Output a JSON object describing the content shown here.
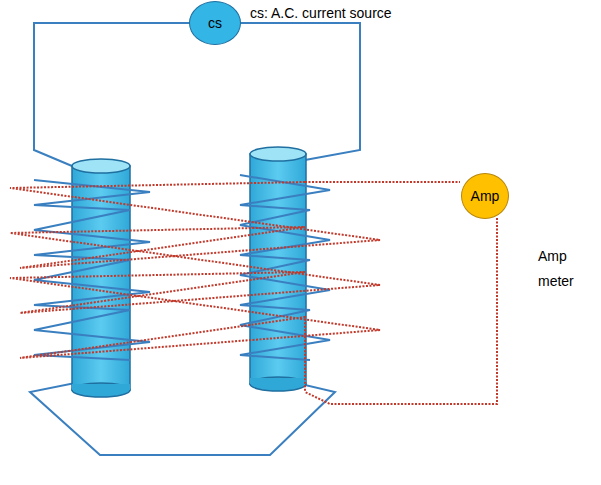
{
  "diagram": {
    "nodes": [
      {
        "text": [
          "cs"
        ]
      },
      {
        "text": [
          "Amp"
        ]
      }
    ],
    "labels": [
      "cs: A.C. current source",
      "Amp meter"
    ]
  }
}
